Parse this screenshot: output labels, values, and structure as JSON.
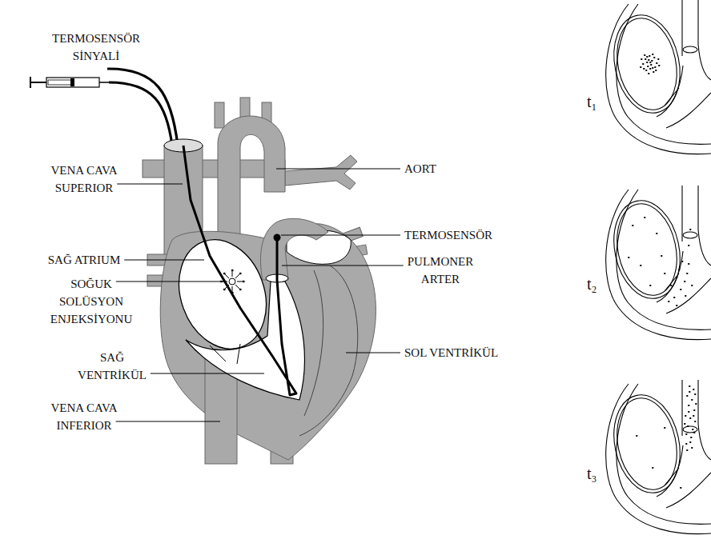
{
  "diagram": {
    "labels": [
      "TERMOSENSÖR SİNYALİ",
      "VENA CAVA SUPERIOR",
      "SAĞ ATRIUM",
      "SOĞUK SOLÜSYON ENJEKSİYONU",
      "SAĞ VENTRİKÜL",
      "VENA CAVA INFERIOR",
      "AORT",
      "TERMOSENSÖR",
      "PULMONER ARTER",
      "SOL VENTRİKÜL",
      "t₁",
      "t₂",
      "t₃"
    ]
  }
}
